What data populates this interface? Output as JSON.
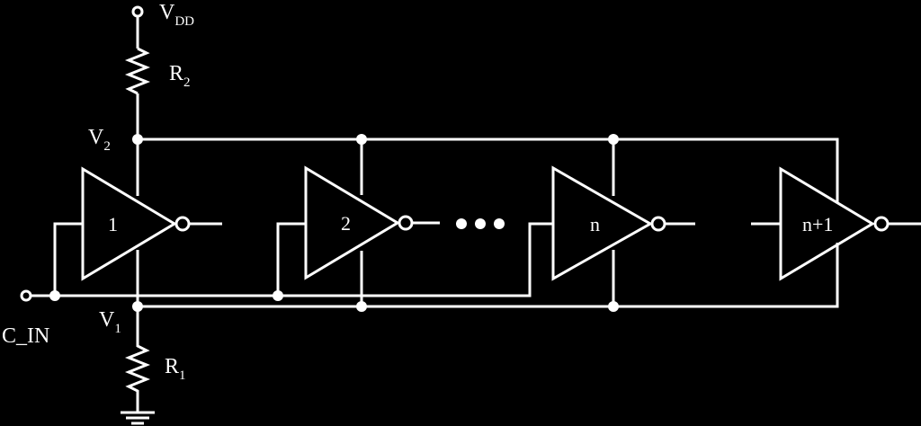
{
  "labels": {
    "vdd": "V",
    "vdd_sub": "DD",
    "r2": "R",
    "r2_sub": "2",
    "v2": "V",
    "v2_sub": "2",
    "v1": "V",
    "v1_sub": "1",
    "r1": "R",
    "r1_sub": "1",
    "c_in": "C_IN"
  },
  "gates": [
    {
      "label": "1"
    },
    {
      "label": "2"
    },
    {
      "label": "n"
    },
    {
      "label": "n+1"
    }
  ],
  "colors": {
    "background": "#000000",
    "stroke": "#ffffff"
  }
}
